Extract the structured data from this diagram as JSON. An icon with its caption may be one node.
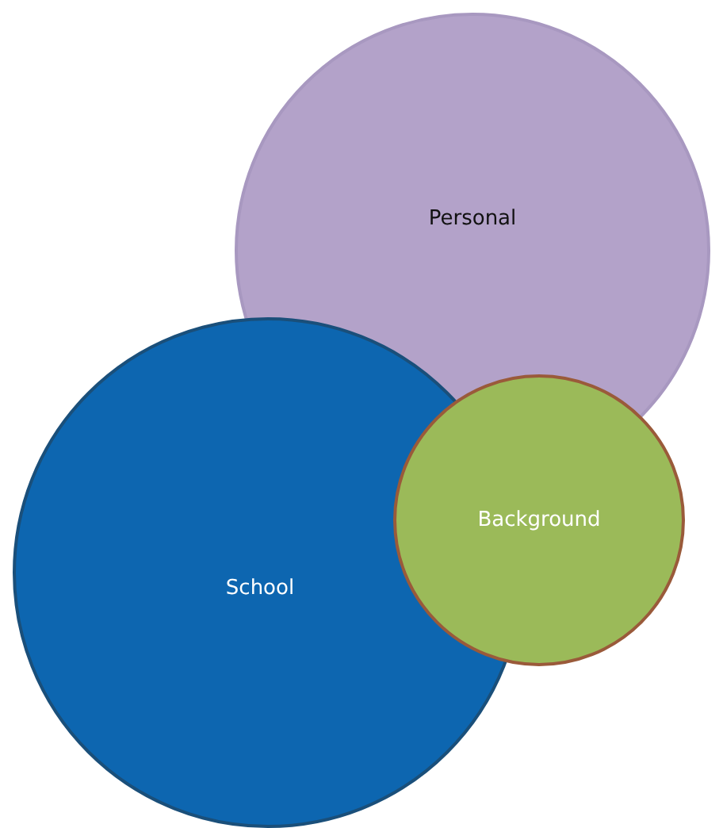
{
  "diagram": {
    "nodes": [
      {
        "text": [
          "Personal"
        ]
      },
      {
        "text": [
          "School"
        ]
      },
      {
        "text": [
          "Background"
        ]
      }
    ]
  }
}
